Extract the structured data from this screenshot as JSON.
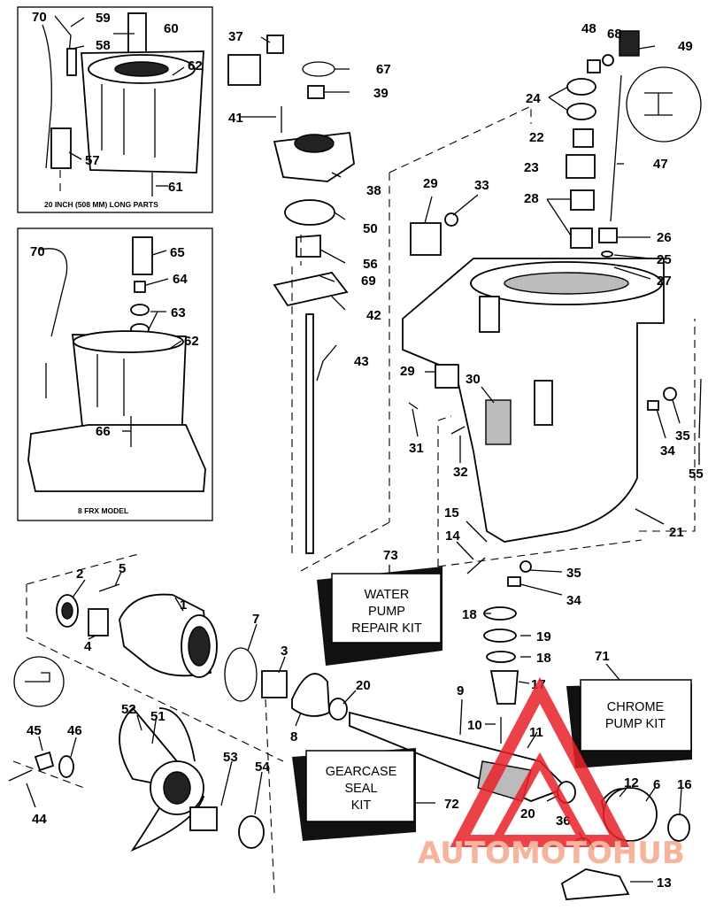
{
  "insets": {
    "long_parts_caption": "20 INCH (508 MM) LONG PARTS",
    "frx_caption": "8 FRX MODEL"
  },
  "kits": {
    "water_pump": [
      "WATER",
      "PUMP",
      "REPAIR KIT"
    ],
    "chrome_pump": [
      "CHROME",
      "PUMP KIT"
    ],
    "gearcase_seal": [
      "GEARCASE",
      "SEAL",
      "KIT"
    ]
  },
  "callouts": {
    "c1": "1",
    "c2": "2",
    "c3": "3",
    "c4": "4",
    "c5": "5",
    "c6": "6",
    "c7": "7",
    "c8": "8",
    "c9": "9",
    "c10": "10",
    "c11": "11",
    "c12": "12",
    "c13": "13",
    "c14": "14",
    "c15": "15",
    "c16": "16",
    "c17": "17",
    "c18a": "18",
    "c18b": "18",
    "c19": "19",
    "c20a": "20",
    "c20b": "20",
    "c21": "21",
    "c22": "22",
    "c23": "23",
    "c24": "24",
    "c25": "25",
    "c26": "26",
    "c27": "27",
    "c28": "28",
    "c29a": "29",
    "c29b": "29",
    "c30": "30",
    "c31": "31",
    "c32": "32",
    "c33": "33",
    "c34a": "34",
    "c34b": "34",
    "c35a": "35",
    "c35b": "35",
    "c36": "36",
    "c37": "37",
    "c38": "38",
    "c39": "39",
    "c41": "41",
    "c42": "42",
    "c43": "43",
    "c44": "44",
    "c45": "45",
    "c46": "46",
    "c47": "47",
    "c48": "48",
    "c49": "49",
    "c50": "50",
    "c51": "51",
    "c52": "52",
    "c53": "53",
    "c54": "54",
    "c55": "55",
    "c56": "56",
    "c57": "57",
    "c58": "58",
    "c59": "59",
    "c60": "60",
    "c61": "61",
    "c62a": "62",
    "c62b": "62",
    "c63": "63",
    "c64": "64",
    "c65": "65",
    "c66": "66",
    "c67": "67",
    "c68": "68",
    "c69": "69",
    "c70a": "70",
    "c70b": "70",
    "c71": "71",
    "c72": "72",
    "c73": "73"
  },
  "watermark": {
    "text": "AUTOMOTOHUB",
    "color": "#f4a78a",
    "logo_color": "#e8222a"
  }
}
